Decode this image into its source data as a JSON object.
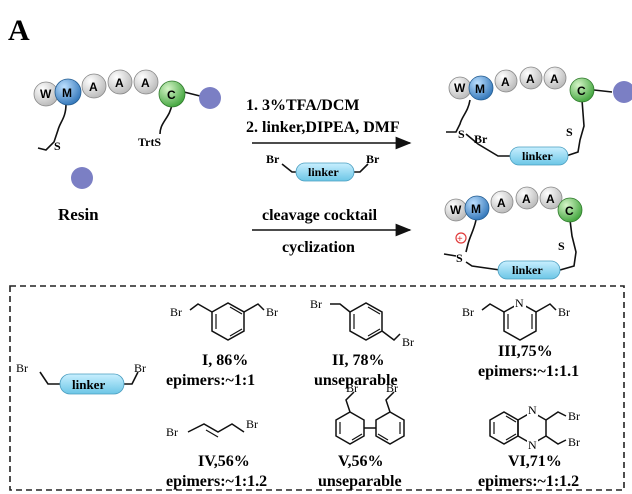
{
  "panel_label": "A",
  "resin_label": "Resin",
  "peptide_residues": [
    "W",
    "M",
    "A",
    "A",
    "A",
    "C"
  ],
  "trt_label": "TrtS",
  "s_label": "S",
  "br_label": "Br",
  "linker_label": "linker",
  "charge_symbol": "+",
  "step1": "1. 3%TFA/DCM",
  "step2": "2. linker,DIPEA, DMF",
  "cleavage_label": "cleavage cocktail",
  "cyclization_label": "cyclization",
  "nitrogen_label": "N",
  "colors": {
    "bead_gray": "#d4d4d4",
    "bead_blue": "#3a86c8",
    "bead_green": "#4cb84a",
    "resin": "#7b7fc4",
    "linker": "#8fd3ea",
    "charge": "#e03a3a"
  },
  "linkers": [
    {
      "id": "I",
      "name": "I, 86%",
      "note": "epimers:~1:1"
    },
    {
      "id": "II",
      "name": "II, 78%",
      "note": "unseparable"
    },
    {
      "id": "III",
      "name": "III,75%",
      "note": "epimers:~1:1.1"
    },
    {
      "id": "IV",
      "name": "IV,56%",
      "note": "epimers:~1:1.2"
    },
    {
      "id": "V",
      "name": "V,56%",
      "note": "unseparable"
    },
    {
      "id": "VI",
      "name": "VI,71%",
      "note": "epimers:~1:1.2"
    }
  ]
}
